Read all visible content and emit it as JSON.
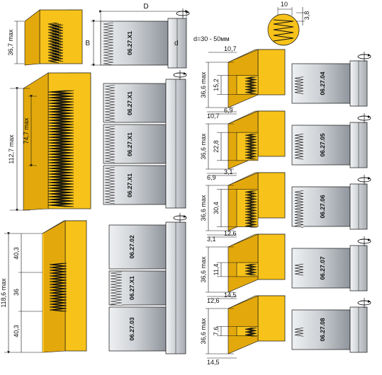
{
  "colors": {
    "wood_face": "#f7c21a",
    "wood_side": "#e3a90c",
    "wood_top": "#fbd867",
    "steel": "#d3d5d9",
    "steel_dark": "#9ea2a8",
    "line": "#111111"
  },
  "top": {
    "section_height": "36,7 max",
    "d_label": "D",
    "b_label": "B",
    "bore_label": "d",
    "bore_range": "d=30 - 50мм",
    "code": "06.27.X1",
    "detail_width": "10",
    "detail_depth": "3,8"
  },
  "stack": {
    "total_height": "112,7 max",
    "inner_height": "74,7 max",
    "codes": [
      "06.27.X1",
      "06.27.X1",
      "06.27.X1"
    ]
  },
  "combo": {
    "total_height": "118,6 max",
    "upper": "40,3",
    "middle": "36",
    "lower": "40,3",
    "codes": [
      "06.27.02",
      "06.27.X1",
      "06.27.03"
    ]
  },
  "profiles": [
    {
      "top_dim": "10,7",
      "height": "36,6 max",
      "inner": "15,2",
      "bottom_dim": "10,7",
      "code": "06.27.04"
    },
    {
      "top_dim": "6,9",
      "height": "36,6 max",
      "inner": "22,8",
      "bottom_dim": "6,9",
      "code": "06.27.05"
    },
    {
      "top_dim": "3,1",
      "height": "36,6 max",
      "inner": "30,4",
      "bottom_dim": "3,1",
      "code": "06.27.06"
    },
    {
      "top_dim": "12,6",
      "height": "36,6 max",
      "inner": "11,4",
      "bottom_dim": "12,6",
      "code": "06.27.07"
    },
    {
      "top_dim": "14,5",
      "height": "36,6 max",
      "inner": "7,6",
      "bottom_dim": "14,5",
      "code": "06.27.08"
    }
  ]
}
